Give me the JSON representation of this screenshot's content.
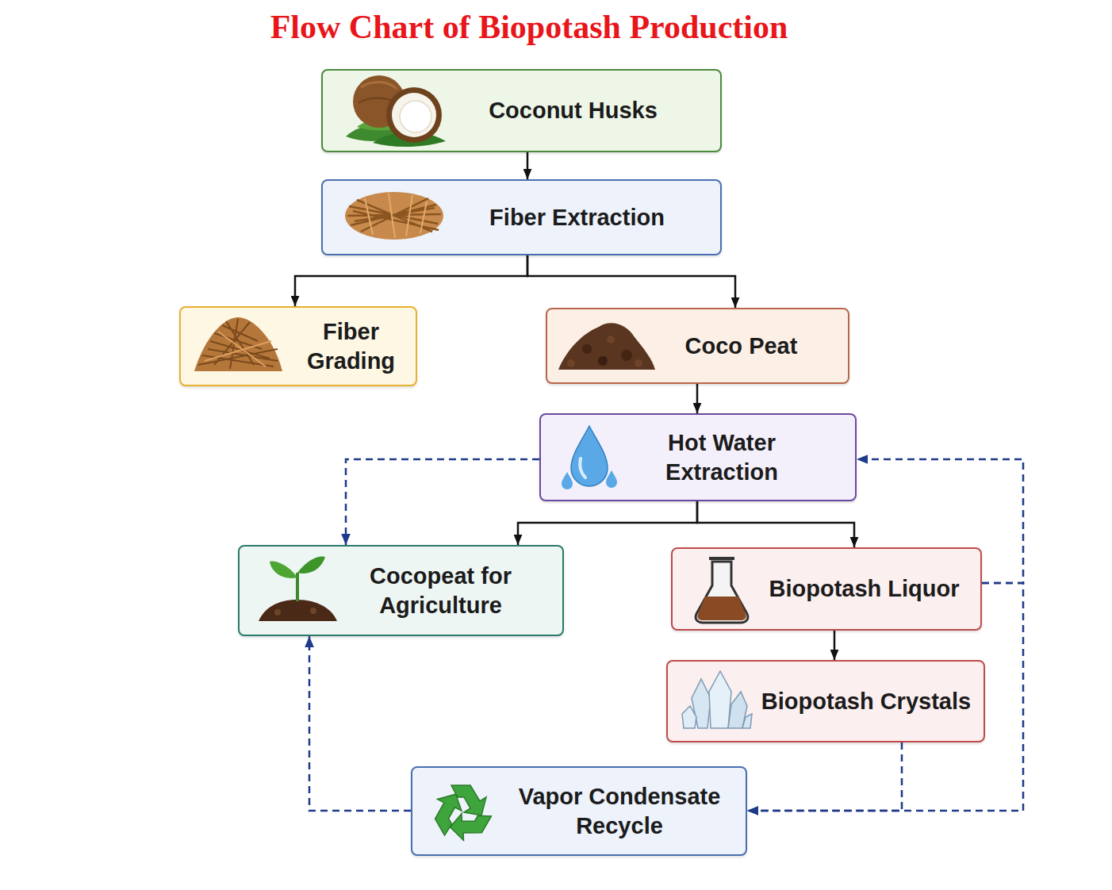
{
  "diagram": {
    "title": "Flow Chart of Biopotash Production",
    "nodes": [
      {
        "text": [
          "Coconut Husks"
        ]
      },
      {
        "text": [
          "Fiber Extraction"
        ]
      },
      {
        "text": [
          "Fiber Grading"
        ]
      },
      {
        "text": [
          "Coco Peat"
        ]
      },
      {
        "text": [
          "Hot Water Extraction"
        ]
      },
      {
        "text": [
          "Cocopeat for Agriculture"
        ]
      },
      {
        "text": [
          "Biopotash Liquor"
        ]
      },
      {
        "text": [
          "Biopotash Crystals"
        ]
      },
      {
        "text": [
          "Vapor Condensate Recycle"
        ]
      }
    ],
    "edges": [
      {
        "from": 0,
        "to": 1,
        "arrow": "to"
      },
      {
        "from": 1,
        "to": 2,
        "arrow": "to"
      },
      {
        "from": 1,
        "to": 3,
        "arrow": "to"
      },
      {
        "from": 3,
        "to": 4,
        "arrow": "to"
      },
      {
        "from": 4,
        "to": 5,
        "arrow": "to"
      },
      {
        "from": 4,
        "to": 6,
        "arrow": "to"
      },
      {
        "from": 6,
        "to": 7,
        "arrow": "to"
      },
      {
        "from": 4,
        "to": 5,
        "arrow": "to"
      },
      {
        "from": 6,
        "to": 4,
        "arrow": "to"
      },
      {
        "from": 6,
        "to": 8,
        "arrow": "to"
      },
      {
        "from": 7,
        "to": 8,
        "arrow": "to"
      },
      {
        "from": 8,
        "to": 5,
        "arrow": "to"
      }
    ]
  }
}
